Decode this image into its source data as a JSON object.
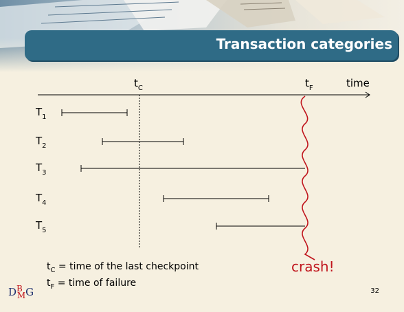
{
  "title": "Transaction categories",
  "axis": {
    "label": "time",
    "tc_main": "t",
    "tc_sub": "C",
    "tf_main": "t",
    "tf_sub": "F"
  },
  "transactions": [
    {
      "main": "T",
      "sub": "1"
    },
    {
      "main": "T",
      "sub": "2"
    },
    {
      "main": "T",
      "sub": "3"
    },
    {
      "main": "T",
      "sub": "4"
    },
    {
      "main": "T",
      "sub": "5"
    }
  ],
  "crash_label": "crash!",
  "legend": [
    {
      "main": "t",
      "sub": "C",
      "text": " = time of the last checkpoint"
    },
    {
      "main": "t",
      "sub": "F",
      "text": " = time of failure"
    }
  ],
  "page_number": "32",
  "logo": {
    "d": "D",
    "b": "B",
    "m": "M",
    "g": "G"
  },
  "colors": {
    "title_bg": "#2f6b86",
    "crash": "#c0141c"
  }
}
